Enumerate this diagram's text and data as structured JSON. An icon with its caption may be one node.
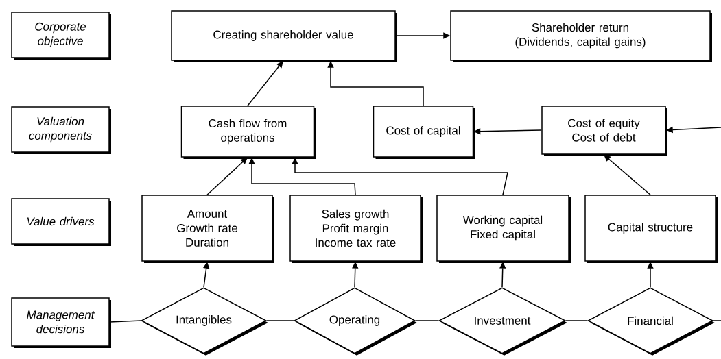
{
  "diagram": {
    "nodes": [
      {
        "text": [
          "Corporate objective"
        ]
      },
      {
        "text": [
          "Valuation components"
        ]
      },
      {
        "text": [
          "Value drivers"
        ]
      },
      {
        "text": [
          "Management decisions"
        ]
      },
      {
        "text": [
          "Creating shareholder value"
        ]
      },
      {
        "text": [
          "Shareholder return",
          "(Dividends, capital gains)"
        ]
      },
      {
        "text": [
          "Cash flow from operations"
        ]
      },
      {
        "text": [
          "Cost of capital"
        ]
      },
      {
        "text": [
          "Cost of equity",
          "Cost of debt"
        ]
      },
      {
        "text": [
          "Amount",
          "Growth rate",
          "Duration"
        ]
      },
      {
        "text": [
          "Sales growth",
          "Profit margin",
          "Income tax rate"
        ]
      },
      {
        "text": [
          "Working capital",
          "Fixed capital"
        ]
      },
      {
        "text": [
          "Capital structure"
        ]
      },
      {
        "text": [
          "Intangibles"
        ]
      },
      {
        "text": [
          "Operating"
        ]
      },
      {
        "text": [
          "Investment"
        ]
      },
      {
        "text": [
          "Financial"
        ]
      }
    ],
    "edges": [
      {
        "from": 4,
        "to": 5,
        "arrow": "to"
      },
      {
        "from": 6,
        "to": 4,
        "arrow": "to"
      },
      {
        "from": 7,
        "to": 4,
        "arrow": "to"
      },
      {
        "from": 8,
        "to": 7,
        "arrow": "to"
      },
      {
        "from": null,
        "to": 8,
        "arrow": "to"
      },
      {
        "from": 9,
        "to": 6,
        "arrow": "to"
      },
      {
        "from": 10,
        "to": 6,
        "arrow": "to"
      },
      {
        "from": 11,
        "to": 6,
        "arrow": "to"
      },
      {
        "from": 12,
        "to": 8,
        "arrow": "to"
      },
      {
        "from": 13,
        "to": 9,
        "arrow": "to"
      },
      {
        "from": 14,
        "to": 10,
        "arrow": "to"
      },
      {
        "from": 15,
        "to": 11,
        "arrow": "to"
      },
      {
        "from": 16,
        "to": 12,
        "arrow": "to"
      },
      {
        "from": 3,
        "to": 13,
        "arrow": "none"
      },
      {
        "from": 13,
        "to": 14,
        "arrow": "none"
      },
      {
        "from": 14,
        "to": 15,
        "arrow": "none"
      },
      {
        "from": 15,
        "to": 16,
        "arrow": "none"
      },
      {
        "from": 16,
        "to": null,
        "arrow": "none"
      }
    ]
  }
}
